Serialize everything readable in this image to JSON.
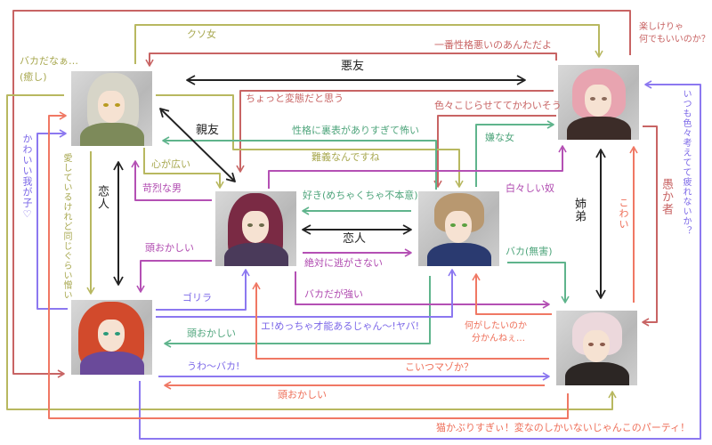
{
  "colors": {
    "red": "#c86464",
    "olive": "#b8b860",
    "green": "#5fb48c",
    "magenta": "#b450b4",
    "purple": "#8c78f0",
    "salmon": "#f07864",
    "black": "#222222"
  },
  "relations": {
    "akuyu": "悪友",
    "shinyu": "親友",
    "koibito_ae": "恋人",
    "koibito_cd": "恋人",
    "kyodai": "姉弟"
  },
  "labels": {
    "baka_dana": "バカだなぁ…",
    "iyashi": "(癒し)",
    "kusoonna": "クソ女",
    "ichiban": "一番性格悪いのあんただよ",
    "tanoshi1": "楽しけりゃ",
    "tanoshi2": "何でもいいのか？",
    "chotto": "ちょっと変態だと思う",
    "iroiro": "色々こじらせててかわいそう",
    "seikaku": "性格に裏表がありすぎて怖い",
    "iyana": "嫌な女",
    "nangi": "難義なんですね",
    "kokoro": "心が広い",
    "karetsu": "苛烈な男",
    "shirajira": "白々しい奴",
    "suki": "好き(めちゃくちゃ不本意)",
    "zettai": "絶対に逃がさない",
    "atama1": "頭おかしい",
    "baka_tsuyoi": "バカだが強い",
    "baka_mugai": "バカ(無害)",
    "gorira": "ゴリラ",
    "e_meccha": "エ!めっちゃ才能あるじゃん〜!ヤバ!",
    "atama2": "頭おかしい",
    "nani1": "何がしたいのか",
    "nani2": "分かんねぇ…",
    "uwa": "うわ〜バカ!",
    "maso": "こいつマゾか？",
    "atama3": "頭おかしい",
    "neko": "猫かぶりすぎぃ！変なのしかいないじゃんこのパーティ！",
    "kawaii": "かわいい我が子♡",
    "aishite": "愛しているけれど同じぐらい憎い",
    "kowai": "こわい",
    "orokamono": "愚か者",
    "itsumo": "いつも色々考えてて疲れないか？"
  }
}
